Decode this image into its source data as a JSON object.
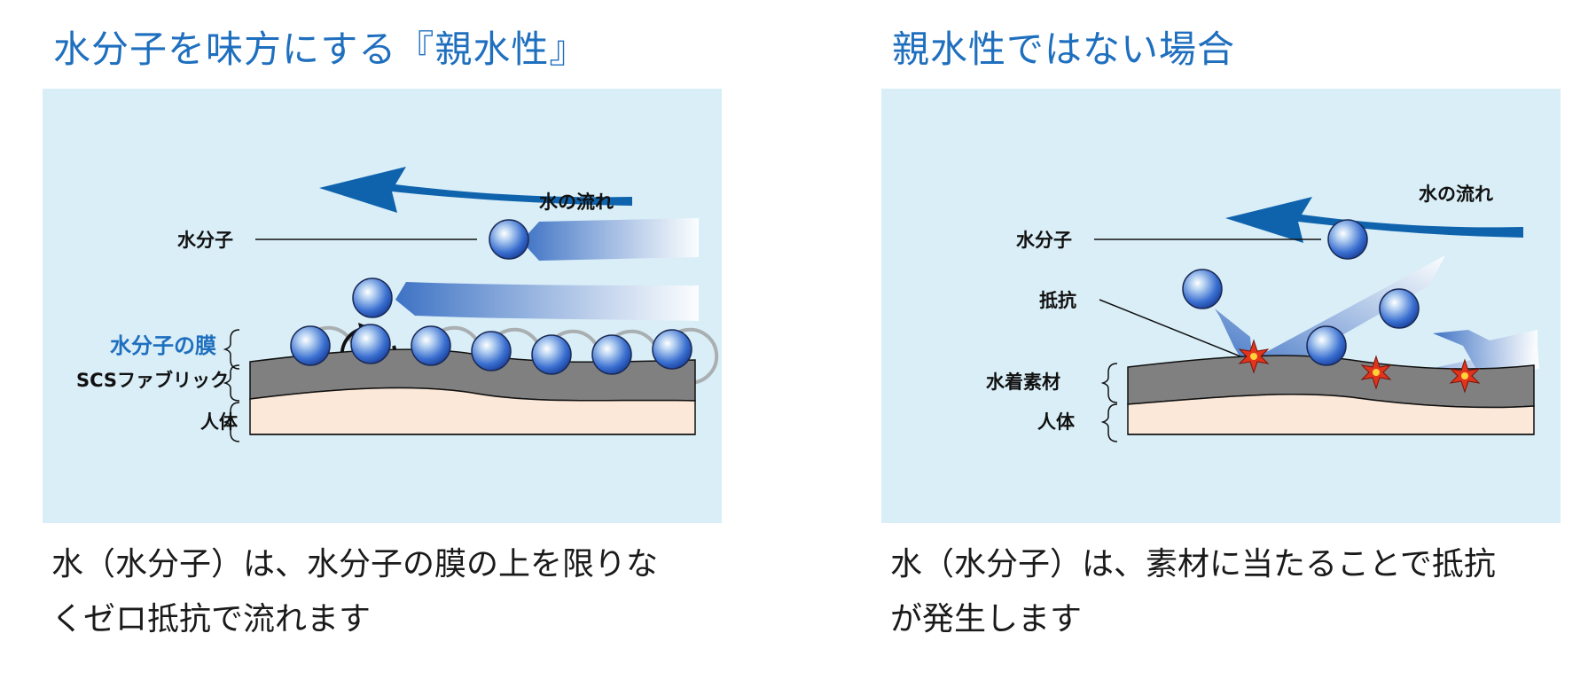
{
  "left": {
    "title": "水分子を味方にする『親水性』",
    "labels": {
      "flow": "水の流れ",
      "molecule": "水分子",
      "film": "水分子の膜",
      "fabric": "SCSファブリック",
      "body": "人体"
    },
    "caption_line1": "水（水分子）は、水分子の膜の上を限りな",
    "caption_line2": "くゼロ抵抗で流れます"
  },
  "right": {
    "title": "親水性ではない場合",
    "labels": {
      "flow": "水の流れ",
      "molecule": "水分子",
      "resistance": "抵抗",
      "swimsuit": "水着素材",
      "body": "人体"
    },
    "caption_line1": "水（水分子）は、素材に当たることで抵抗",
    "caption_line2": "が発生します"
  },
  "colors": {
    "title_blue": "#1f6fbf",
    "panel_bg": "#d9eef7",
    "arrow_blue": "#0f63ad",
    "fabric_gray": "#808080",
    "skin": "#fce8d8",
    "burst_red": "#e2341d"
  }
}
